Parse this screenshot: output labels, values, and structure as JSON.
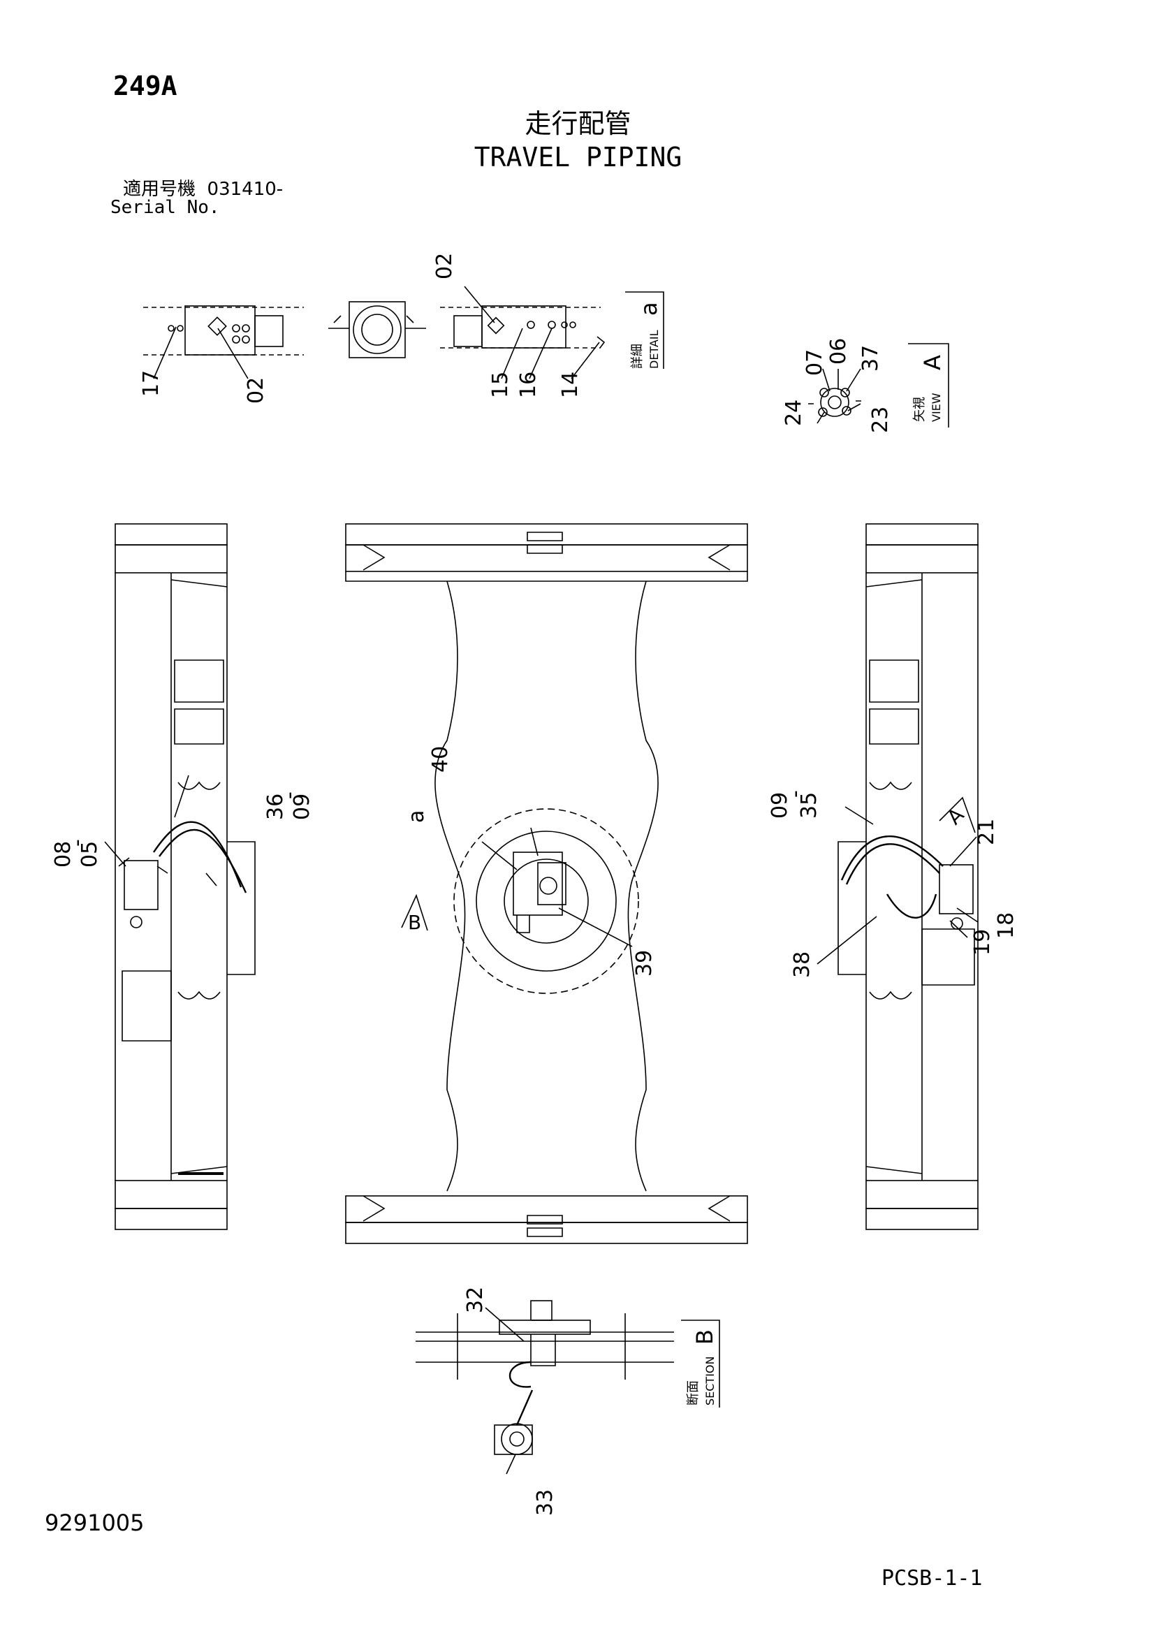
{
  "header": {
    "page_code": "249A",
    "title_jp": "走行配管",
    "title_en": "TRAVEL PIPING",
    "serial_label_jp": "適用号機",
    "serial_value": "031410-",
    "serial_label_en": "Serial No."
  },
  "detail_a": {
    "label_jp": "詳細",
    "label_en": "DETAIL",
    "letter": "a",
    "callouts": [
      "17",
      "02",
      "02",
      "15",
      "16",
      "14"
    ]
  },
  "view_a": {
    "label_jp": "矢視",
    "label_en": "VIEW",
    "letter": "A",
    "callouts": [
      "07",
      "06",
      "37",
      "24",
      "23"
    ]
  },
  "main_view": {
    "left_callouts": [
      "08",
      "05",
      "36",
      "09"
    ],
    "center_callouts": [
      "40",
      "a",
      "39"
    ],
    "right_callouts": [
      "09",
      "35",
      "21",
      "18",
      "19",
      "38"
    ],
    "view_marker_b": "B",
    "view_marker_a": "A",
    "separator": "-"
  },
  "section_b": {
    "label_jp": "断面",
    "label_en": "SECTION",
    "letter": "B",
    "callouts": [
      "32",
      "33"
    ]
  },
  "footer": {
    "drawing_no": "9291005",
    "sheet_code": "PCSB-1-1"
  }
}
